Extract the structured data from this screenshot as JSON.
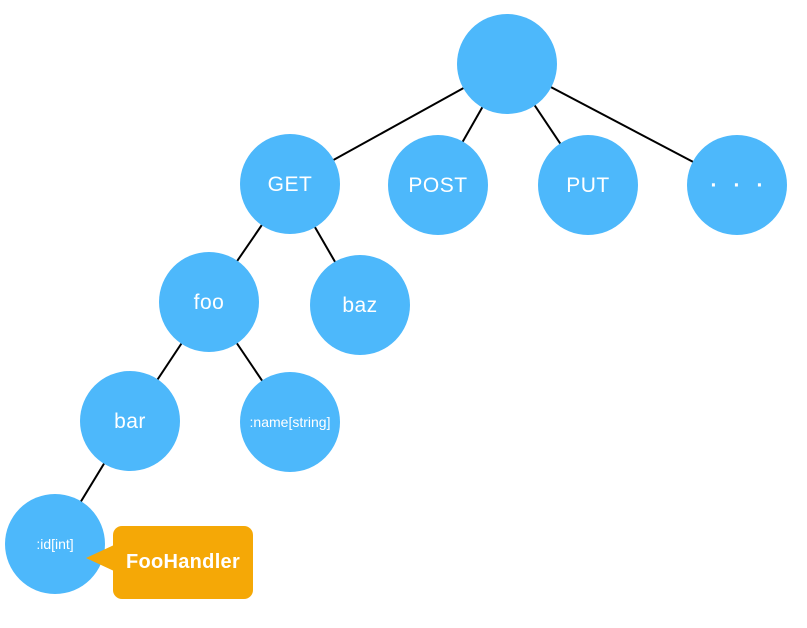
{
  "colors": {
    "node_fill": "#4db8fb",
    "callout_fill": "#f5a806",
    "edge": "#000000",
    "text": "#ffffff",
    "bg": "#ffffff"
  },
  "tree": {
    "description": "HTTP method routing trie diagram",
    "nodes": [
      {
        "id": "root",
        "label": ""
      },
      {
        "id": "get",
        "label": "GET"
      },
      {
        "id": "post",
        "label": "POST"
      },
      {
        "id": "put",
        "label": "PUT"
      },
      {
        "id": "more",
        "label": "···",
        "icon": "ellipsis-dots"
      },
      {
        "id": "foo",
        "label": "foo"
      },
      {
        "id": "baz",
        "label": "baz"
      },
      {
        "id": "bar",
        "label": "bar"
      },
      {
        "id": "name-param",
        "label": ":name[string]"
      },
      {
        "id": "id-param",
        "label": ":id[int]"
      }
    ],
    "edges": [
      {
        "from": "root",
        "to": "get"
      },
      {
        "from": "root",
        "to": "post"
      },
      {
        "from": "root",
        "to": "put"
      },
      {
        "from": "root",
        "to": "more"
      },
      {
        "from": "get",
        "to": "foo"
      },
      {
        "from": "get",
        "to": "baz"
      },
      {
        "from": "foo",
        "to": "bar"
      },
      {
        "from": "foo",
        "to": "name-param"
      },
      {
        "from": "bar",
        "to": "id-param"
      }
    ]
  },
  "callout": {
    "label": "FooHandler",
    "attached_to": "id-param"
  }
}
